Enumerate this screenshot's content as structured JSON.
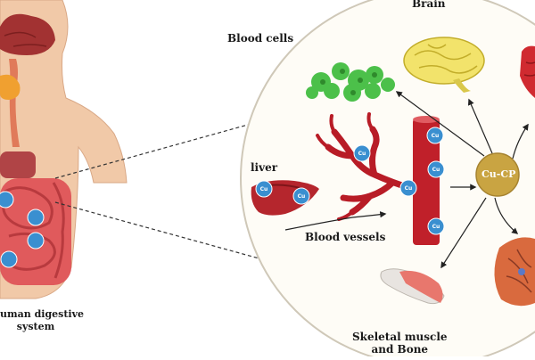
{
  "labels": {
    "brain": "Brain",
    "blood_cells": "Blood cells",
    "liver": "liver",
    "blood_vessels": "Blood vessels",
    "cu_cp": "Cu-CP",
    "skeletal_line1": "Skeletal muscle",
    "skeletal_line2": "and Bone",
    "digestive_line1": "uman digestive",
    "digestive_line2": "system",
    "cu": "Cu"
  },
  "colors": {
    "cu_ion": "#3a8fd0",
    "cu_cp_node": "#c9a442",
    "vessel_red": "#c0202a",
    "skin": "#f1c9a8",
    "intestine": "#e0585b",
    "liver": "#b5262d",
    "brain": "#f2e36b",
    "blood_cells": "#4cc04a",
    "circle_border": "#cfc8b8"
  }
}
